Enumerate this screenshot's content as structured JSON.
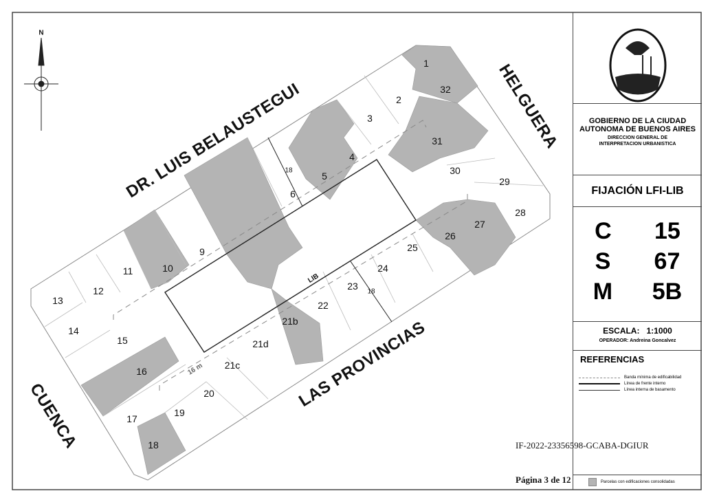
{
  "compass": {
    "north_label": "N"
  },
  "streets": {
    "top": "DR. LUIS BELAUSTEGUI",
    "right": "HELGUERA",
    "bottom": "LAS PROVINCIAS",
    "left": "CUENCA"
  },
  "parcels": [
    "1",
    "32",
    "2",
    "3",
    "31",
    "4",
    "5",
    "6",
    "30",
    "29",
    "28",
    "27",
    "26",
    "25",
    "24",
    "23",
    "22",
    "21b",
    "21d",
    "21c",
    "20",
    "19",
    "18",
    "17",
    "16",
    "15",
    "14",
    "13",
    "12",
    "11",
    "10",
    "9"
  ],
  "annotations": {
    "lib": "LIB",
    "depth_a": "18",
    "depth_b": "18",
    "width": "16 m"
  },
  "panel": {
    "org_line1": "GOBIERNO DE LA CIUDAD",
    "org_line2": "AUTONOMA DE BUENOS AIRES",
    "dept_line1": "DIRECCION GENERAL DE",
    "dept_line2": "INTERPRETACION URBANISTICA",
    "title": "FIJACIÓN LFI-LIB",
    "c_label": "C",
    "c_value": "15",
    "s_label": "S",
    "s_value": "67",
    "m_label": "M",
    "m_value": "5B",
    "scale": "ESCALA:   1:1000",
    "operator": "OPERADOR: Andreina Goncalvez",
    "references_title": "REFERENCIAS",
    "refs": [
      "Banda mínima de edificabilidad",
      "Línea de frente interno",
      "Línea interna de basamento"
    ],
    "legend_grey": "Parcelas con edificaciones consolidadas"
  },
  "document": {
    "id": "IF-2022-23356598-GCABA-DGIUR",
    "page": "Página 3 de 12"
  },
  "colors": {
    "grey": "#b4b4b4",
    "line": "#333333"
  }
}
